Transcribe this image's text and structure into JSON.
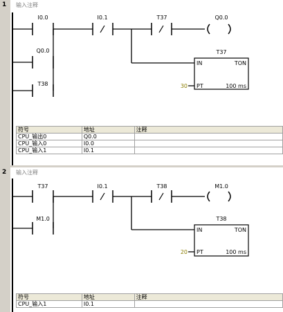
{
  "networks": [
    {
      "number": "1",
      "comment": "输入注释",
      "contacts": {
        "c1": {
          "label": "I0.0"
        },
        "c2": {
          "label": "I0.1"
        },
        "c3": {
          "label": "T37"
        },
        "c4": {
          "label": "Q0.0"
        },
        "c5": {
          "label": "T38"
        }
      },
      "coil": {
        "label": "Q0.0"
      },
      "timer": {
        "name": "T37",
        "type": "TON",
        "in": "IN",
        "pt_label": "PT",
        "pt_value": "30",
        "unit": "100 ms"
      },
      "symbol_table": {
        "headers": [
          "符号",
          "地址",
          "注释"
        ],
        "rows": [
          [
            "CPU_输出0",
            "Q0.0",
            ""
          ],
          [
            "CPU_输入0",
            "I0.0",
            ""
          ],
          [
            "CPU_输入1",
            "I0.1",
            ""
          ]
        ]
      }
    },
    {
      "number": "2",
      "comment": "输入注释",
      "contacts": {
        "c1": {
          "label": "T37"
        },
        "c2": {
          "label": "I0.1"
        },
        "c3": {
          "label": "T38"
        },
        "c4": {
          "label": "M1.0"
        }
      },
      "coil": {
        "label": "M1.0"
      },
      "timer": {
        "name": "T38",
        "type": "TON",
        "in": "IN",
        "pt_label": "PT",
        "pt_value": "20",
        "unit": "100 ms"
      },
      "symbol_table": {
        "headers": [
          "符号",
          "地址",
          "注释"
        ],
        "rows": [
          [
            "CPU_输入1",
            "I0.1",
            ""
          ]
        ]
      }
    }
  ],
  "colors": {
    "wire": "#000000",
    "gutter": "#d4d0c8",
    "pt_value": "#8b7d00",
    "comment": "#808080"
  }
}
